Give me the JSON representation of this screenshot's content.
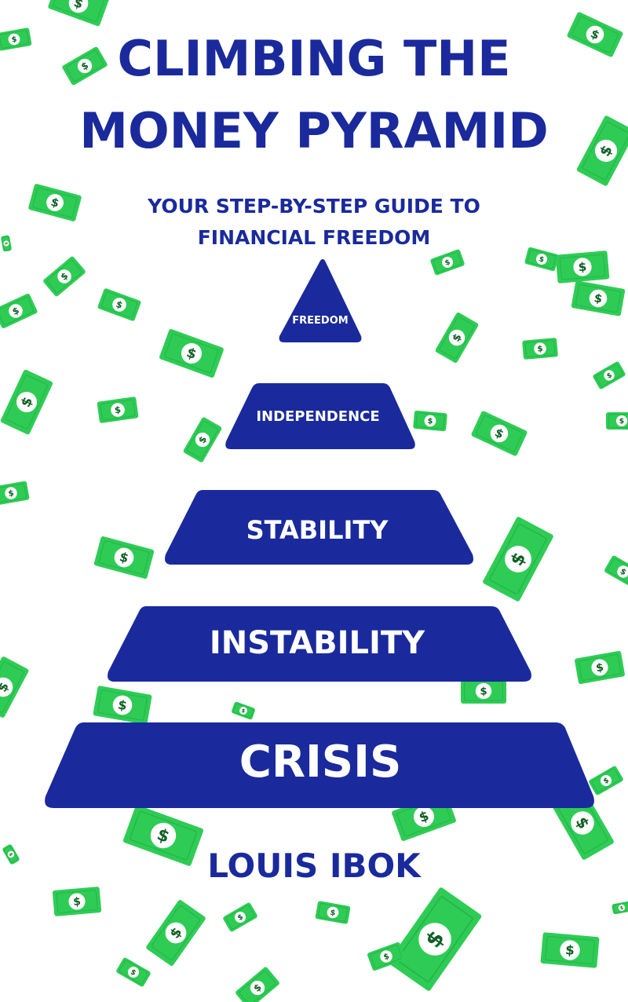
{
  "cover": {
    "title_line1": "CLIMBING THE",
    "title_line2": "MONEY PYRAMID",
    "subtitle_line1": "YOUR STEP-BY-STEP GUIDE TO",
    "subtitle_line2": "FINANCIAL FREEDOM",
    "author": "LOUIS IBOK"
  },
  "pyramid": {
    "tiers": [
      {
        "label": "FREEDOM"
      },
      {
        "label": "INDEPENDENCE"
      },
      {
        "label": "STABILITY"
      },
      {
        "label": "INSTABILITY"
      },
      {
        "label": "CRISIS"
      }
    ]
  },
  "background": {
    "decoration": "scattered green dollar bills",
    "bill_icon": "dollar-bill-icon",
    "currency_symbol": "$"
  },
  "colors": {
    "title": "#1a2a9c",
    "tier_fill": "#1a2a9c",
    "bill": "#2ecc55",
    "bill_dark": "#1e9e3e",
    "background": "#ffffff"
  }
}
